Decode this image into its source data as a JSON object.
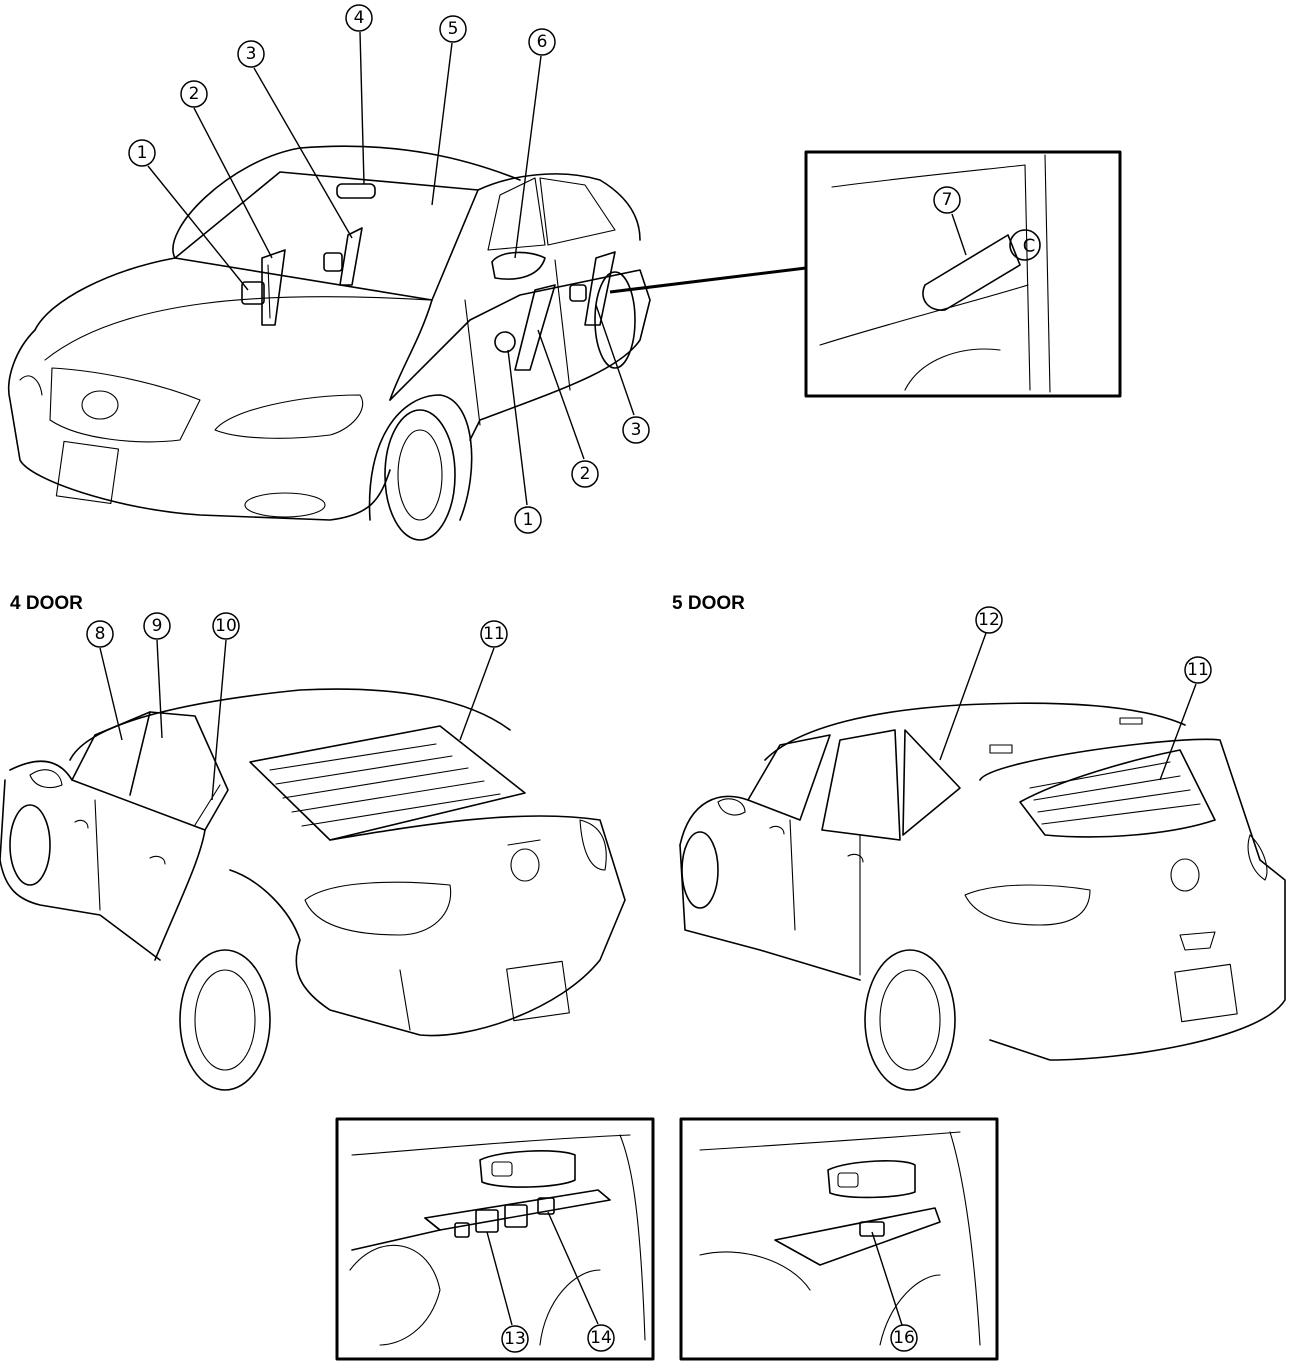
{
  "sections": {
    "four_door_label": "4 DOOR",
    "five_door_label": "5 DOOR"
  },
  "callouts": {
    "front_1a": "1",
    "front_2a": "2",
    "front_3a": "3",
    "front_4": "4",
    "front_5": "5",
    "front_6": "6",
    "front_1b": "1",
    "front_2b": "2",
    "front_3b": "3",
    "inset_7": "7",
    "sedan_8": "8",
    "sedan_9": "9",
    "sedan_10": "10",
    "sedan_11": "11",
    "hatch_12": "12",
    "hatch_11": "11",
    "switch_13": "13",
    "switch_14": "14",
    "switch_16": "16"
  },
  "icons": {
    "crank_cap_letter": "C"
  }
}
